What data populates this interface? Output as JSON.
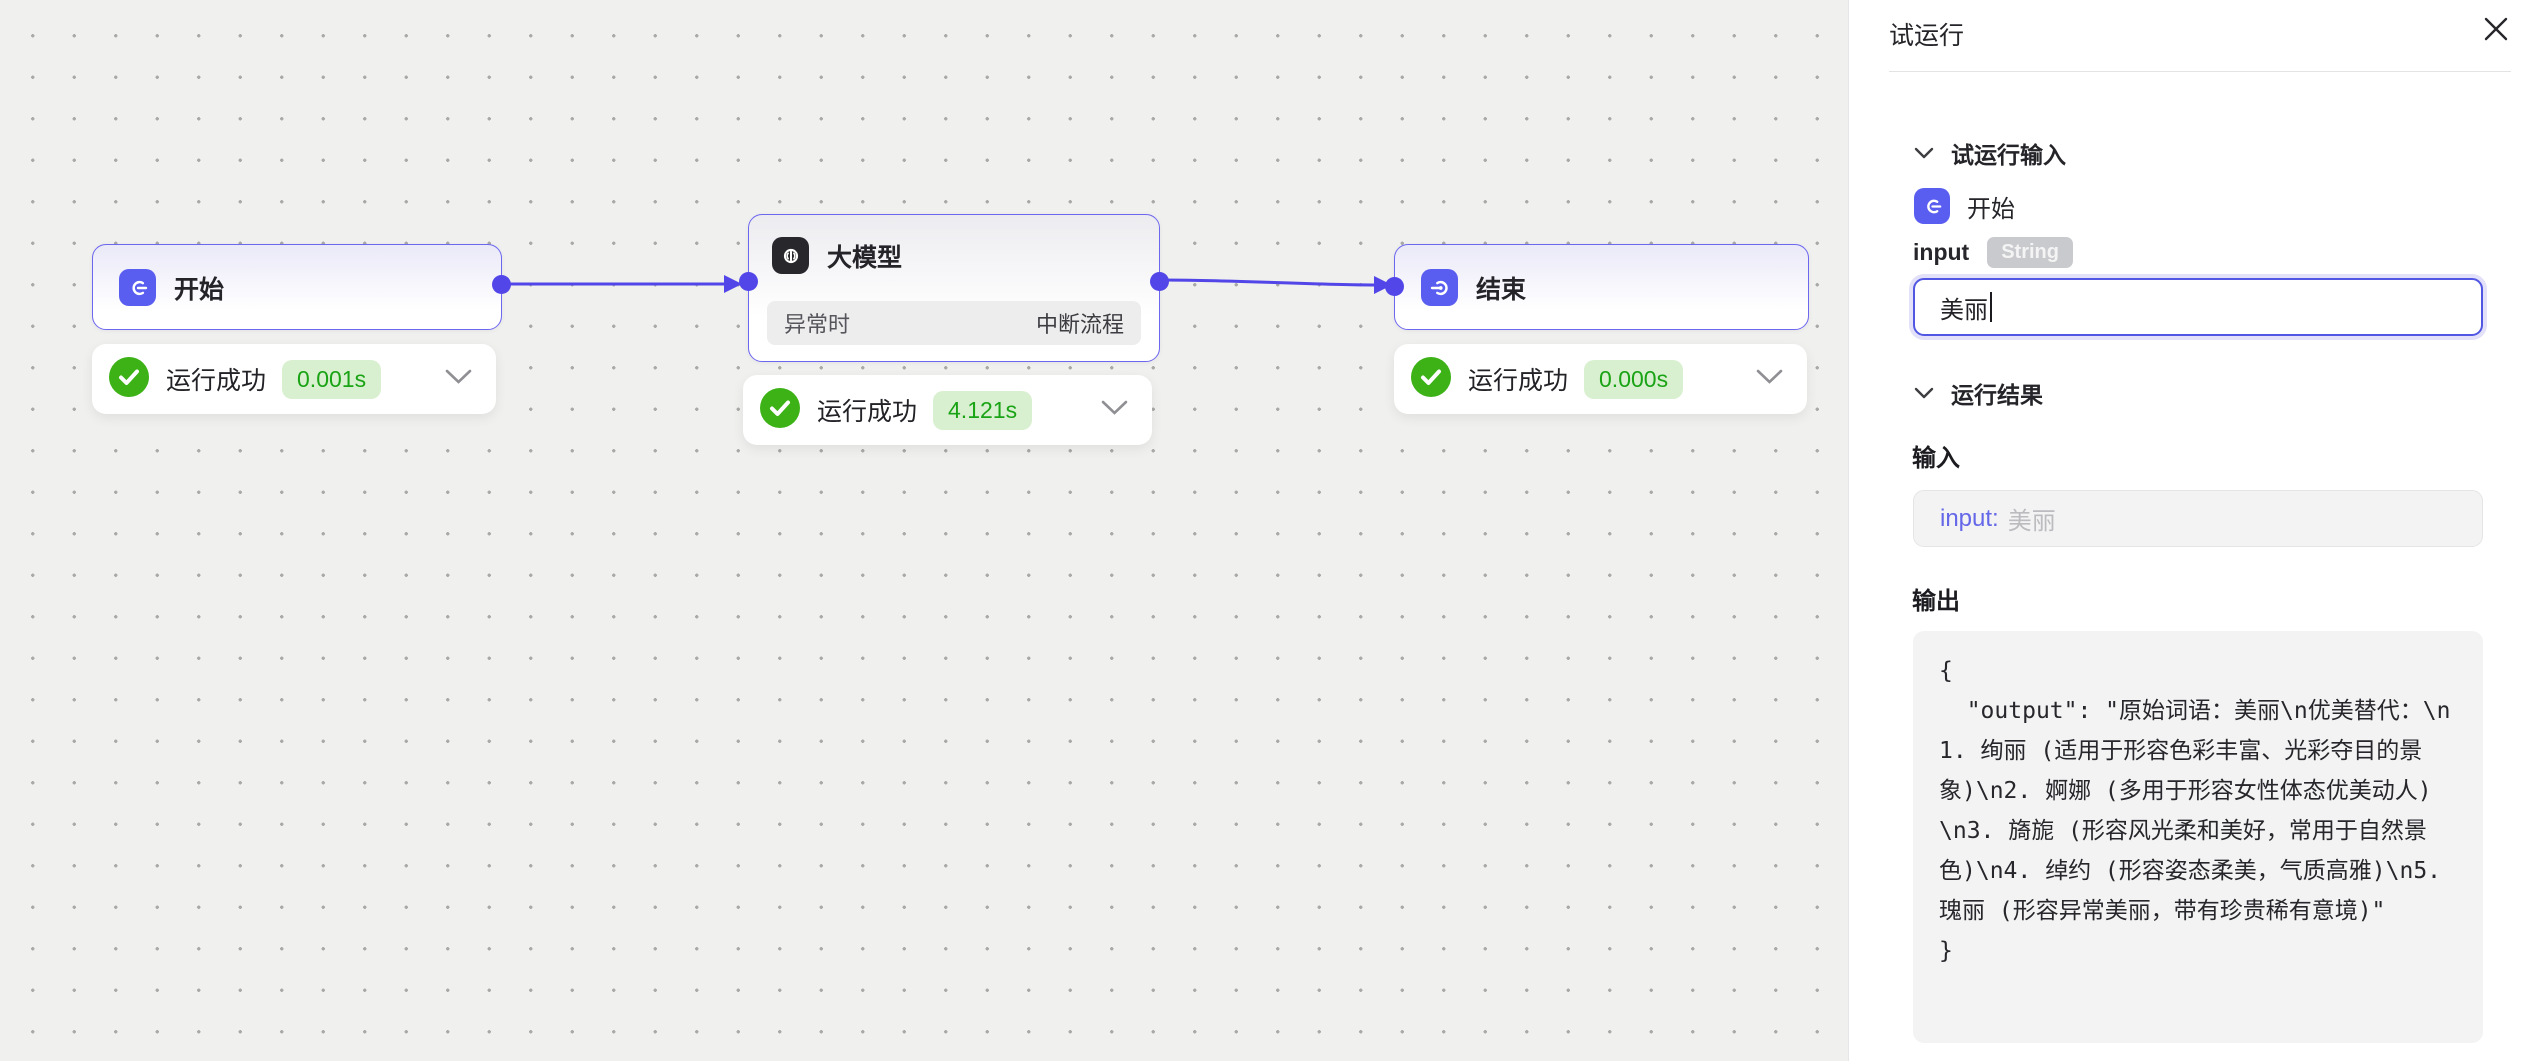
{
  "colors": {
    "accent_purple": "#5a5ef0",
    "node_border": "#6d66ef",
    "edge_purple": "#5246e8",
    "success_green": "#3cb216",
    "duration_badge_bg": "#d8f0cf",
    "duration_text": "#1aa315",
    "canvas_bg": "#f0f0ee",
    "panel_bg": "#ffffff"
  },
  "canvas": {
    "nodes": {
      "start": {
        "title": "开始",
        "status_label": "运行成功",
        "duration": "0.001s"
      },
      "llm": {
        "title": "大模型",
        "exception_label": "异常时",
        "exception_action": "中断流程",
        "status_label": "运行成功",
        "duration": "4.121s"
      },
      "end": {
        "title": "结束",
        "status_label": "运行成功",
        "duration": "0.000s"
      }
    }
  },
  "panel": {
    "title": "试运行",
    "run_input": {
      "header": "试运行输入",
      "node_title": "开始",
      "field_label": "input",
      "field_type": "String",
      "field_value": "美丽"
    },
    "run_result": {
      "header": "运行结果",
      "input_heading": "输入",
      "input_key": "input:",
      "input_value": "美丽",
      "output_heading": "输出",
      "output_text": "{\n  \"output\": \"原始词语：美丽\\n优美替代：\\n1. 绚丽 (适用于形容色彩丰富、光彩夺目的景象)\\n2. 婀娜 (多用于形容女性体态优美动人)\\n3. 旖旎 (形容风光柔和美好，常用于自然景色)\\n4. 绰约 (形容姿态柔美，气质高雅)\\n5. 瑰丽 (形容异常美丽，带有珍贵稀有意境)\"\n}"
    }
  }
}
